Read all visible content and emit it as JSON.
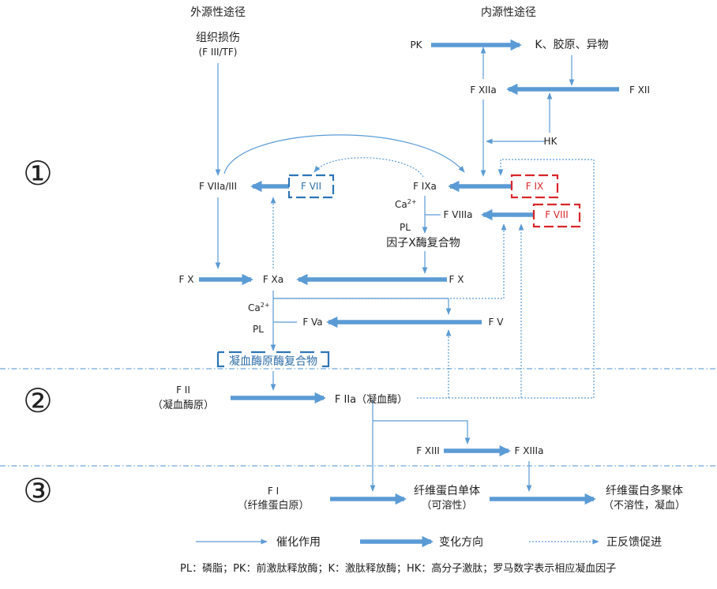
{
  "headers": {
    "extrinsic": "外源性途径",
    "intrinsic": "内源性途径"
  },
  "stages": {
    "s1": "①",
    "s2": "②",
    "s3": "③"
  },
  "nodes": {
    "tissue_injury": "组织损伤",
    "tissue_factor": "(F III/TF)",
    "pk": "PK",
    "k_collagen": "K、胶原、异物",
    "fxiia": "F XIIa",
    "fxii": "F XII",
    "hk": "HK",
    "fviia_iii": "F VIIa/III",
    "fvii": "F VII",
    "fixa": "F IXa",
    "fix": "F IX",
    "ca_1": "Ca",
    "ca_sup_1": "2+",
    "fviiia": "F VIIIa",
    "fviii": "F VIII",
    "pl_1": "PL",
    "tenase": "因子X酶复合物",
    "fx_left": "F X",
    "fxa": "F Xa",
    "fx_right": "F X",
    "ca_2": "Ca",
    "ca_sup_2": "2+",
    "pl_2": "PL",
    "fva": "F Va",
    "fv": "F V",
    "prothrombinase": "凝血酶原酶复合物",
    "fii": "F II",
    "prothrombin": "（凝血酶原）",
    "fiia": "F IIa（凝血酶）",
    "fxiii": "F XIII",
    "fxiiia": "F XIIIa",
    "fi": "F I",
    "fibrinogen": "（纤维蛋白原）",
    "fibrin_monomer": "纤维蛋白单体",
    "soluble": "（可溶性）",
    "fibrin_polymer": "纤维蛋白多聚体",
    "insoluble": "（不溶性，凝血）"
  },
  "legend": {
    "catalysis": "催化作用",
    "transformation": "变化方向",
    "feedback": "正反馈促进"
  },
  "footnote": "PL：磷脂；PK：前激肽释放酶；K：激肽释放酶；HK：高分子激肽；罗马数字表示相应凝血因子",
  "colors": {
    "arrow": "#5b9bd5",
    "red_box": "#d9262a",
    "blue_box": "#2e75b6",
    "divider": "#6fa8dc"
  }
}
